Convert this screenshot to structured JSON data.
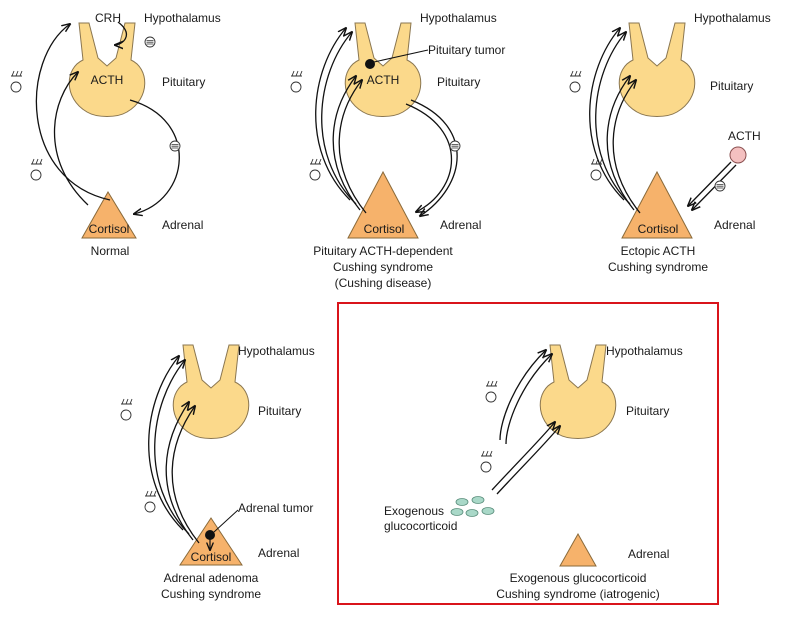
{
  "panels": {
    "normal": {
      "hypothalamus": "Hypothalamus",
      "crh": "CRH",
      "acth": "ACTH",
      "pituitary": "Pituitary",
      "cortisol": "Cortisol",
      "adrenal": "Adrenal",
      "caption": [
        "Normal"
      ]
    },
    "pituitary_dependent": {
      "hypothalamus": "Hypothalamus",
      "tumor": "Pituitary tumor",
      "acth": "ACTH",
      "pituitary": "Pituitary",
      "cortisol": "Cortisol",
      "adrenal": "Adrenal",
      "caption": [
        "Pituitary ACTH-dependent",
        "Cushing syndrome",
        "(Cushing disease)"
      ]
    },
    "ectopic": {
      "hypothalamus": "Hypothalamus",
      "pituitary": "Pituitary",
      "acth": "ACTH",
      "cortisol": "Cortisol",
      "adrenal": "Adrenal",
      "caption": [
        "Ectopic ACTH",
        "Cushing syndrome"
      ]
    },
    "adrenal_adenoma": {
      "hypothalamus": "Hypothalamus",
      "pituitary": "Pituitary",
      "tumor": "Adrenal tumor",
      "cortisol": "Cortisol",
      "adrenal": "Adrenal",
      "caption": [
        "Adrenal adenoma",
        "Cushing syndrome"
      ]
    },
    "exogenous": {
      "hypothalamus": "Hypothalamus",
      "pituitary": "Pituitary",
      "drug": [
        "Exogenous",
        "glucocorticoid"
      ],
      "adrenal": "Adrenal",
      "caption": [
        "Exogenous glucocorticoid",
        "Cushing syndrome (iatrogenic)"
      ]
    }
  },
  "colors": {
    "pituitary_fill": "#fbd98b",
    "adrenal_fill": "#f6b26b",
    "ectopic_source": "#f4c0c0",
    "glucocorticoid_pill": "#a9d8c8",
    "highlight_border": "#d9141b"
  }
}
